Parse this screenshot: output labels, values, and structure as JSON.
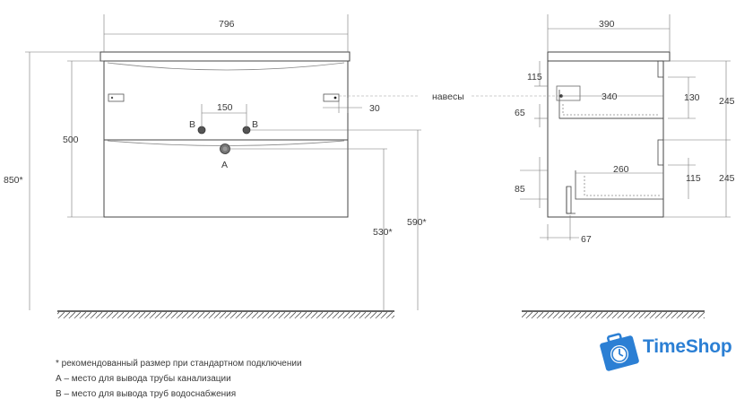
{
  "front": {
    "width": "796",
    "height_body": "500",
    "height_total": "850*",
    "pipe_spacing": "150",
    "hinge_offset": "30",
    "label_b_left": "B",
    "label_b_right": "B",
    "label_a": "A",
    "drain_height": "530*",
    "supply_height": "590*"
  },
  "side": {
    "depth": "390",
    "hinges_label": "навесы",
    "dim_115_top": "115",
    "dim_340": "340",
    "dim_130": "130",
    "dim_245_top": "245",
    "dim_65": "65",
    "dim_260": "260",
    "dim_85": "85",
    "dim_115_bottom": "115",
    "dim_245_bottom": "245",
    "dim_67": "67"
  },
  "notes": {
    "line1": "* рекомендованный размер при стандартном подключении",
    "line2": "А – место для вывода трубы канализации",
    "line3": "В – место для вывода труб водоснабжения"
  },
  "logo": {
    "text": "TimeShop",
    "color": "#2b7fd4"
  }
}
